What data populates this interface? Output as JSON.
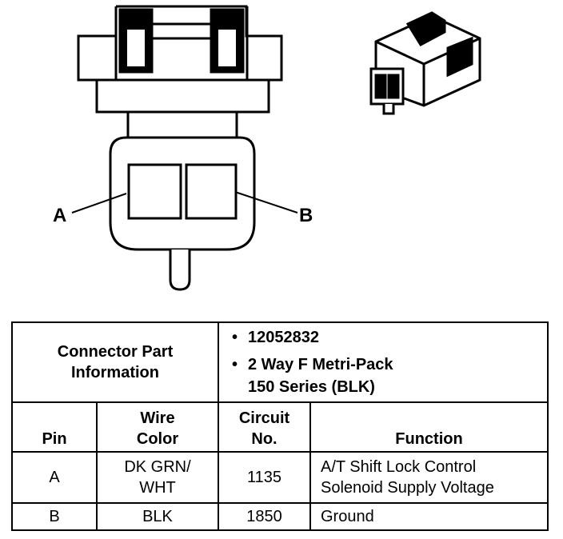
{
  "diagram": {
    "pin_labels": [
      "A",
      "B"
    ]
  },
  "table": {
    "part_info_label_line1": "Connector Part",
    "part_info_label_line2": "Information",
    "part_number": "12052832",
    "part_desc_line1": "2 Way F Metri-Pack",
    "part_desc_line2": "150 Series (BLK)",
    "bullet": "•",
    "columns": {
      "pin": "Pin",
      "wire_color_line1": "Wire",
      "wire_color_line2": "Color",
      "circuit_line1": "Circuit",
      "circuit_line2": "No.",
      "function": "Function"
    },
    "rows": [
      {
        "pin": "A",
        "wire_line1": "DK GRN/",
        "wire_line2": "WHT",
        "circuit": "1135",
        "function_line1": "A/T Shift Lock Control",
        "function_line2": "Solenoid Supply Voltage"
      },
      {
        "pin": "B",
        "wire_line1": "BLK",
        "circuit": "1850",
        "function_line1": "Ground"
      }
    ]
  }
}
